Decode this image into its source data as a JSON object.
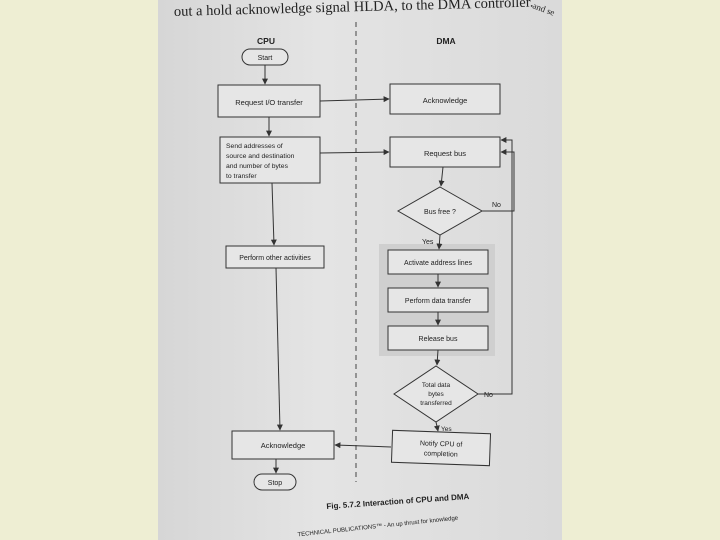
{
  "page": {
    "header_line": "out a hold acknowledge signal HLDA, to the DMA controller.",
    "corner_text": "and se",
    "caption": "Fig. 5.7.2 Interaction of CPU and DMA",
    "footer": "TECHNICAL PUBLICATIONS™ - An up thrust for knowledge"
  },
  "diagram": {
    "cpu_header": "CPU",
    "dma_header": "DMA",
    "cpu_nodes": {
      "start": "Start",
      "request_io": "Request I/O transfer",
      "send_addr": [
        "Send addresses of",
        "source and destination",
        "and number of bytes",
        "to transfer"
      ],
      "perform_other": "Perform other activities",
      "acknowledge": "Acknowledge",
      "stop": "Stop"
    },
    "dma_nodes": {
      "acknowledge": "Acknowledge",
      "request_bus": "Request bus",
      "bus_free": "Bus free ?",
      "activate": "Activate address lines",
      "perform_transfer": "Perform data transfer",
      "release": "Release bus",
      "total_data": [
        "Total data",
        "bytes",
        "transferred"
      ],
      "notify": [
        "Notify CPU of",
        "completion"
      ]
    },
    "edge_labels": {
      "no_1": "No",
      "yes_1": "Yes",
      "no_2": "No",
      "yes_2": "Yes"
    }
  },
  "colors": {
    "page": "#dcdcdc",
    "ink": "#222222",
    "background": "#efefd6",
    "highlight": "#cfcfcf"
  }
}
